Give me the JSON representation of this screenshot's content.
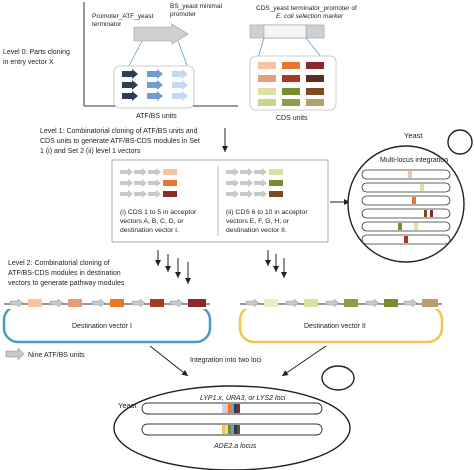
{
  "labels": {
    "level0": [
      "Level 0: Parts cloning",
      "in entry vector X"
    ],
    "promoter_atf": [
      "Promoter_ATF_yeast",
      "terminator"
    ],
    "bs_min": [
      "BS_yeast minimal",
      "promoter"
    ],
    "cds_terminator": "CDS_yeast terminator_promoter of",
    "ecoli_marker": "E. coli selection marker",
    "atf_bs_units": "ATF/BS units",
    "cds_units": "CDS units",
    "level1": [
      "Level 1: Combinatorial cloning of ATF/BS units and",
      "CDS units to generate ATF/BS-CDS modules in Set",
      "1 (i) and Set 2 (ii) level 1 vectors"
    ],
    "set1": [
      "(i) CDS 1 to 5 in acceptor",
      "vectors A, B, C, D, or",
      "destination vector I."
    ],
    "set2": [
      "(ii) CDS 6 to 10 in acceptor",
      "vectors  E, F, G, H, or",
      "destination vector II."
    ],
    "yeast_top": "Yeast",
    "multi_locus": "Multi-locus integration",
    "level2": [
      "Level 2: Combinatorial cloning of",
      "ATF/BS-CDS modules in destination",
      "vectors to generate pathway modules"
    ],
    "dest_vector_1": "Destination vector I",
    "dest_vector_2": "Destination vector II",
    "nine_units": "Nine ATF/BS units",
    "integration_two_loci": "Integration into two loci",
    "yeast_bottom": "Yeast",
    "loci_top": "LYP1.x, URA3, or LYS2 loci",
    "loci_bottom": "ADE2.a locus"
  },
  "colors": {
    "arrow_dark": "#2b3d57",
    "arrow_mid": "#6f9fd0",
    "arrow_light": "#c5d9ee",
    "part_gray": "#c8c8c8",
    "orange": "#e9762f",
    "dark_red": "#8a2a2a",
    "peach": "#f7c4a2",
    "green": "#7a8b2f",
    "light_green": "#d8e3a3",
    "brown": "#7a4a22",
    "vector_blue": "#4a9bbf",
    "vector_yellow": "#f2c64a"
  }
}
